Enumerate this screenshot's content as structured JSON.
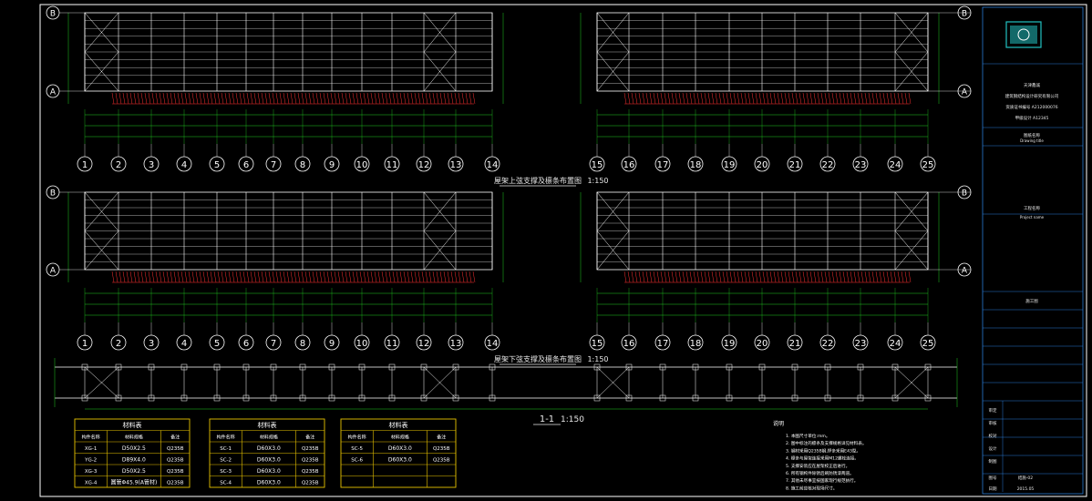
{
  "colors": {
    "background": "#000000",
    "grid": "#ffffff",
    "dimension": "#22cc22",
    "member": "#ff3030",
    "text": "#ffffff",
    "title": "#e8e8e8",
    "table_border": "#e6c200",
    "titleblock_line": "#2a7bd4",
    "logo": "#22c0c0"
  },
  "plans": {
    "axis_labels": [
      "1",
      "2",
      "3",
      "4",
      "5",
      "6",
      "7",
      "8",
      "9",
      "10",
      "11",
      "12",
      "13",
      "14",
      "15",
      "16",
      "17",
      "18",
      "19",
      "20",
      "21",
      "22",
      "23",
      "24",
      "25"
    ],
    "row_labels": [
      "B",
      "A"
    ],
    "upper_title": "屋架上弦支撑及檩条布置图",
    "lower_title": "屋架下弦支撑及檩条布置图",
    "scale": "1:150"
  },
  "section": {
    "title": "1-1",
    "scale": "1:150"
  },
  "tables": [
    {
      "title": "材料表",
      "headers": [
        "构件名称",
        "材料规格",
        "备注"
      ],
      "rows": [
        [
          "XG-1",
          "D50X2.5",
          "Q235B"
        ],
        [
          "YG-2",
          "D89X4.0",
          "Q235B"
        ],
        [
          "XG-3",
          "D50X2.5",
          "Q235B"
        ],
        [
          "XG-4",
          "圆管Φ45.9(A管材)",
          "Q235B"
        ]
      ]
    },
    {
      "title": "材料表",
      "headers": [
        "构件名称",
        "材料规格",
        "备注"
      ],
      "rows": [
        [
          "SC-1",
          "D60X3.0",
          "Q235B"
        ],
        [
          "SC-2",
          "D60X3.0",
          "Q235B"
        ],
        [
          "SC-3",
          "D60X3.0",
          "Q235B"
        ],
        [
          "SC-4",
          "D60X3.0",
          "Q235B"
        ]
      ]
    },
    {
      "title": "材料表",
      "headers": [
        "构件名称",
        "材料规格",
        "备注"
      ],
      "rows": [
        [
          "SC-5",
          "D60X3.0",
          "Q235B"
        ],
        [
          "SC-6",
          "D60X3.0",
          "Q235B"
        ]
      ]
    }
  ],
  "notes": {
    "heading": "说明",
    "items": [
      "1. 本图尺寸单位:mm。",
      "2. 图中标注的檩条及支撑规格详见材料表。",
      "3. 钢材采用Q235B钢,焊条采用E43型。",
      "4. 檩条与屋架连接采用M12螺栓连接。",
      "5. 支撑安装应在屋架校正后进行。",
      "6. 所有钢构件除锈后刷防锈漆两道。",
      "7. 其他未尽事宜按国家现行规范执行。",
      "8. 施工前应核对现场尺寸。"
    ]
  },
  "title_block": {
    "company": "天津鑫诚",
    "institute": "建筑钢结构设计研究有限公司",
    "cert_1": "资质证书编号 A212000076",
    "cert_2": "甲级设计 A12345",
    "project_label": "工程名称",
    "project_name": "Project name",
    "drawing_label": "图纸名称",
    "drawing_name": "Drawing title",
    "stage": "施工图",
    "role_rows": [
      "审定",
      "审核",
      "校对",
      "设计",
      "制图"
    ],
    "drawing_no_label": "图号",
    "drawing_no": "结施-02",
    "date_label": "日期",
    "date": "2015.05"
  }
}
